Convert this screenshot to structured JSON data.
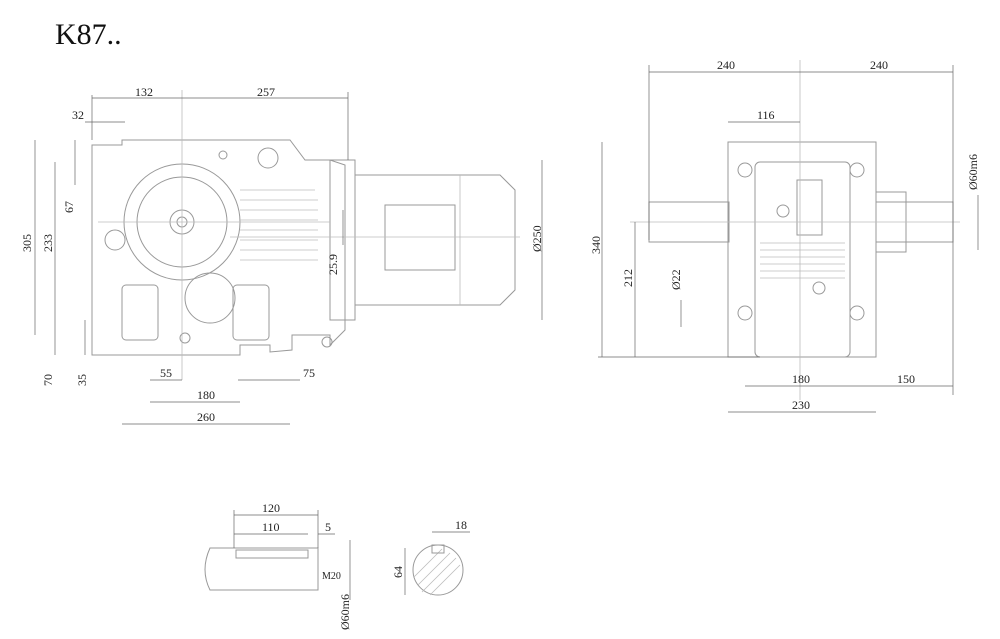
{
  "title": "K87..",
  "side_view": {
    "dims": {
      "d132": "132",
      "d257": "257",
      "d32": "32",
      "d305": "305",
      "d233": "233",
      "d67": "67",
      "d70": "70",
      "d35": "35",
      "d55": "55",
      "d180": "180",
      "d260": "260",
      "d75": "75",
      "d259": "25.9",
      "d250": "Ø250"
    }
  },
  "front_view": {
    "dims": {
      "d240a": "240",
      "d240b": "240",
      "d116": "116",
      "d340": "340",
      "d212": "212",
      "d22": "Ø22",
      "d60": "Ø60m6",
      "d180": "180",
      "d150": "150",
      "d230": "230"
    }
  },
  "shaft_detail": {
    "dims": {
      "d120": "120",
      "d110": "110",
      "d5": "5",
      "m20": "M20",
      "d60": "Ø60m6",
      "d18": "18",
      "d64": "64"
    }
  }
}
